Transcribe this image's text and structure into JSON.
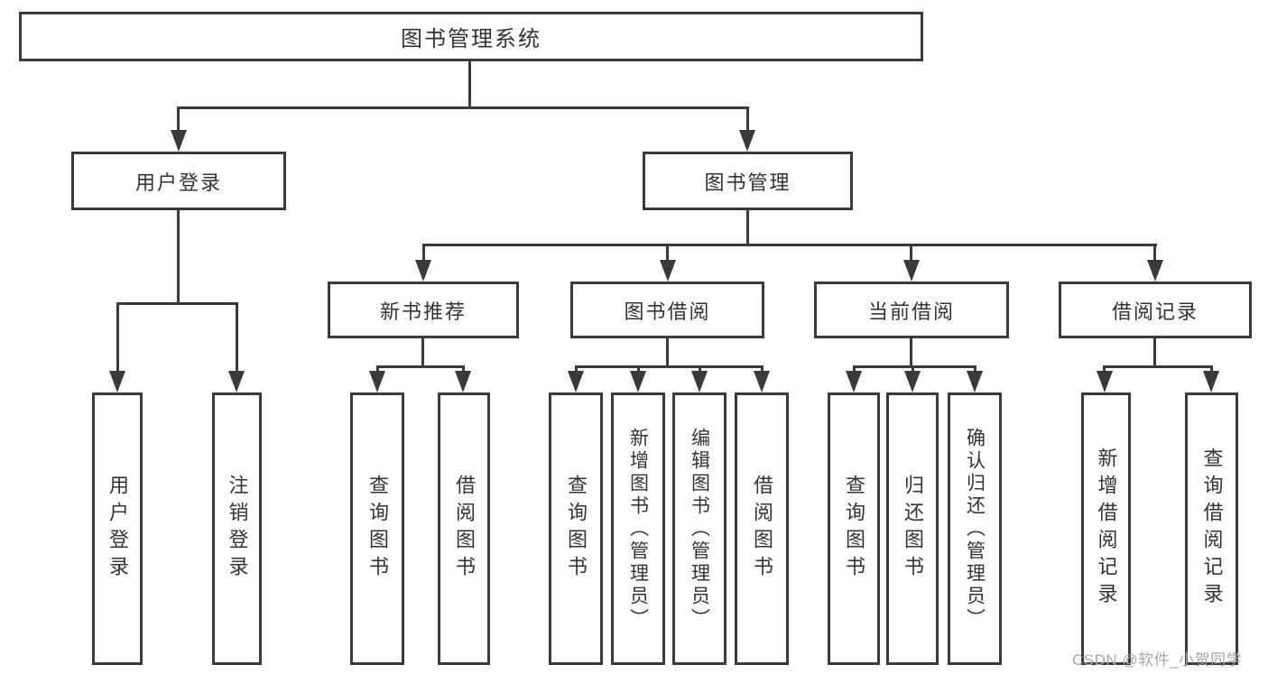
{
  "diagram": {
    "title": "图书管理系统",
    "root": {
      "label": "图书管理系统"
    },
    "level1": [
      {
        "label": "用户登录"
      },
      {
        "label": "图书管理"
      }
    ],
    "level2": [
      {
        "label": "新书推荐",
        "parent": "图书管理"
      },
      {
        "label": "图书借阅",
        "parent": "图书管理"
      },
      {
        "label": "当前借阅",
        "parent": "图书管理"
      },
      {
        "label": "借阅记录",
        "parent": "图书管理"
      }
    ],
    "leaves": [
      {
        "label": "用户登录",
        "parent": "用户登录"
      },
      {
        "label": "注销登录",
        "parent": "用户登录"
      },
      {
        "label": "查询图书",
        "parent": "新书推荐"
      },
      {
        "label": "借阅图书",
        "parent": "新书推荐"
      },
      {
        "label": "查询图书",
        "parent": "图书借阅"
      },
      {
        "label": "新增图书（管理员）",
        "parent": "图书借阅"
      },
      {
        "label": "编辑图书（管理员）",
        "parent": "图书借阅"
      },
      {
        "label": "借阅图书",
        "parent": "图书借阅"
      },
      {
        "label": "查询图书",
        "parent": "当前借阅"
      },
      {
        "label": "归还图书",
        "parent": "当前借阅"
      },
      {
        "label": "确认归还（管理员）",
        "parent": "当前借阅"
      },
      {
        "label": "新增借阅记录",
        "parent": "借阅记录"
      },
      {
        "label": "查询借阅记录",
        "parent": "借阅记录"
      }
    ]
  },
  "watermark": {
    "text": "CSDN @软件_小贺同学"
  },
  "colors": {
    "line": "#3a3a3a",
    "text": "#333333",
    "box_fill": "#ffffff",
    "background": "#ffffff",
    "watermark": "#a6a6a6"
  }
}
